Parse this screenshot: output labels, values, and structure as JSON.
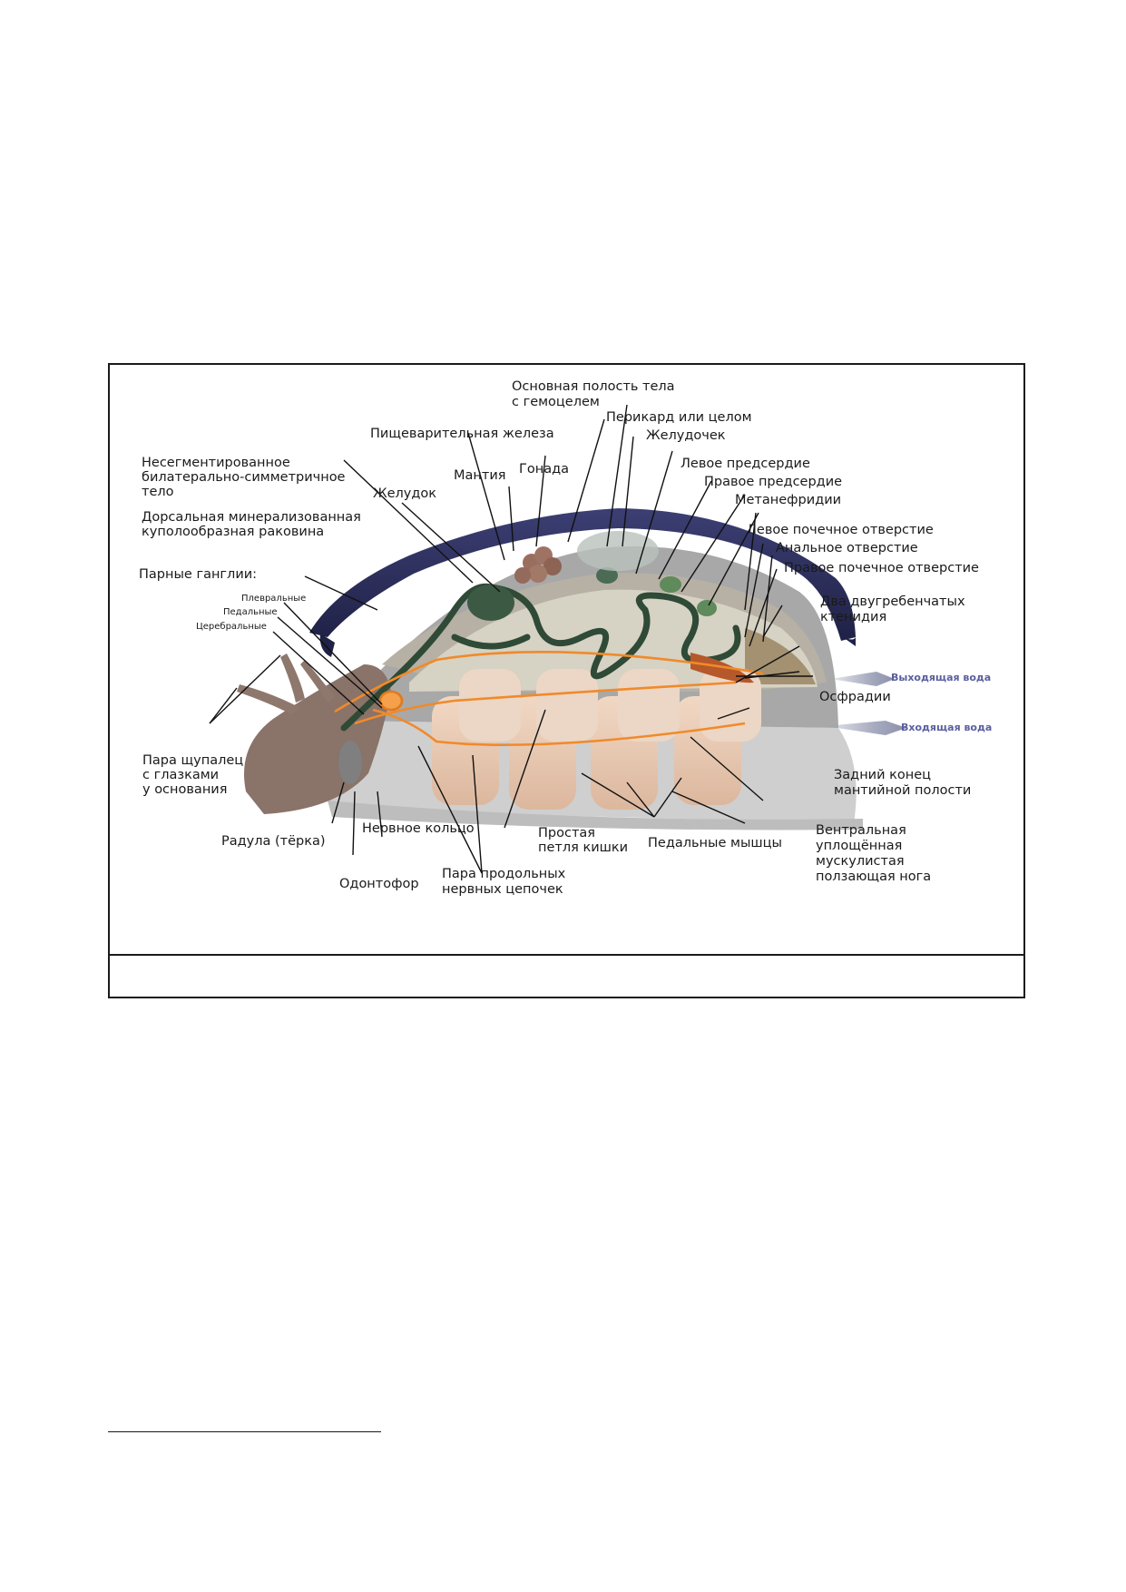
{
  "labels": {
    "body_cavity_1": "Основная полость тела",
    "body_cavity_2": "с гемоцелем",
    "pericardium": "Перикард или целом",
    "ventricle": "Желудочек",
    "digestive_gland": "Пищеварительная железа",
    "left_atrium": "Левое предсердие",
    "right_atrium": "Правое предсердие",
    "unsegmented_1": "Несегментированное",
    "unsegmented_2": "билатерально-симметричное",
    "unsegmented_3": "тело",
    "mantle": "Мантия",
    "gonad": "Гонада",
    "stomach": "Желудок",
    "metanephridia": "Метанефридии",
    "shell_1": "Дорсальная минерализованная",
    "shell_2": "куполообразная раковина",
    "left_renal_pore": "Левое почечное отверстие",
    "anus": "Анальное отверстие",
    "right_renal_pore": "Правое почечное отверстие",
    "ganglia": "Парные ганглии:",
    "pleural": "Плевральные",
    "pedal": "Педальные",
    "cerebral": "Церебральные",
    "ctenidia_1": "Два двугребенчатых",
    "ctenidia_2": "ктенидия",
    "outgoing_water": "Выходящая вода",
    "osphradia": "Осфрадии",
    "incoming_water": "Входящая вода",
    "tentacles_1": "Пара щупалец",
    "tentacles_2": "с глазками",
    "tentacles_3": "у основания",
    "mantle_cavity_1": "Задний конец",
    "mantle_cavity_2": "мантийной полости",
    "radula": "Радула (тёрка)",
    "nerve_ring": "Нервное кольцо",
    "intestine_1": "Простая",
    "intestine_2": "петля кишки",
    "pedal_muscles": "Педальные мышцы",
    "foot_1": "Вентральная",
    "foot_2": "уплощённая",
    "foot_3": "мускулистая",
    "foot_4": "ползающая нога",
    "odontophore": "Одонтофор",
    "nerve_cords_1": "Пара продольных",
    "nerve_cords_2": "нервных цепочек"
  },
  "caption": "",
  "colors": {
    "shell": "#2b2d5a",
    "mantle": "#a9a9a9",
    "foot": "#cfcfcf",
    "muscle": "#eccfb8",
    "gut": "#2f4a36",
    "nerve": "#f08a2a",
    "head": "#8a7369",
    "water": "#5a5f9e"
  }
}
